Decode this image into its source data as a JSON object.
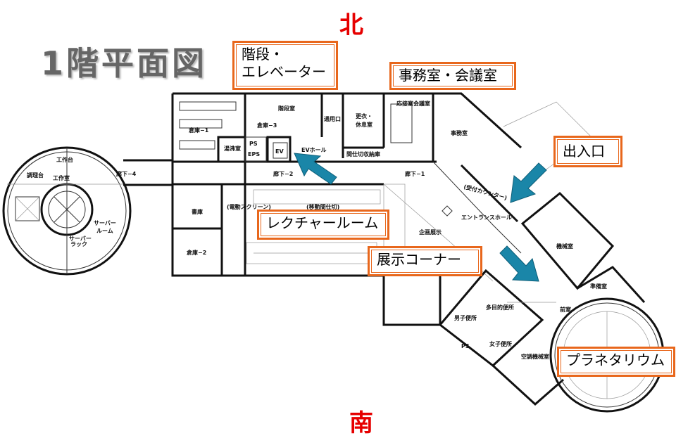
{
  "title": "1階平面図",
  "compass": {
    "north": "北",
    "south": "南"
  },
  "callouts": {
    "stairs_elevator_line1": "階段・",
    "stairs_elevator_line2": "エレベーター",
    "office_meeting": "事務室・会議室",
    "entrance": "出入口",
    "lecture_room": "レクチャールーム",
    "exhibit_corner": "展示コーナー",
    "planetarium": "プラネタリウム"
  },
  "rooms": {
    "storage1": "倉庫−1",
    "stairwell": "階段室",
    "storage3": "倉庫−3",
    "service_entrance": "通用口",
    "changing_rest_1": "更衣・",
    "changing_rest_2": "休息室",
    "reception_meeting": "応接室会議室",
    "office": "事務室",
    "kitchenette": "湯沸室",
    "ps": "PS",
    "eps": "EPS",
    "ev": "EV",
    "ev_hall": "EVホール",
    "partition_storage": "間仕切収納庫",
    "corridor1": "廊下−1",
    "corridor2": "廊下−2",
    "corridor4": "廊下−4",
    "workbench": "工作台",
    "workshop": "工作室",
    "prep_table": "調理台",
    "server_room_1": "サーバー",
    "server_room_2": "ルーム",
    "server_rack_1": "サーバー",
    "server_rack_2": "ラック",
    "archive": "書庫",
    "storage2": "倉庫−2",
    "screen": "(電動スクリーン)",
    "movable_partition": "(移動間仕切)",
    "reception_counter": "(受付カウンター)",
    "entrance_hall": "エントランスホール",
    "special_exhibit": "企画展示",
    "machine_room": "機械室",
    "prep_room": "準備室",
    "anteroom": "前室",
    "multipurpose_toilet": "多目的便所",
    "mens_toilet": "男子便所",
    "womens_toilet": "女子便所",
    "ac_machine_room": "空調機械室",
    "ps2": "PS"
  },
  "colors": {
    "callout_border": "#e8671c",
    "arrow": "#1a86a8",
    "compass": "#e60000"
  }
}
